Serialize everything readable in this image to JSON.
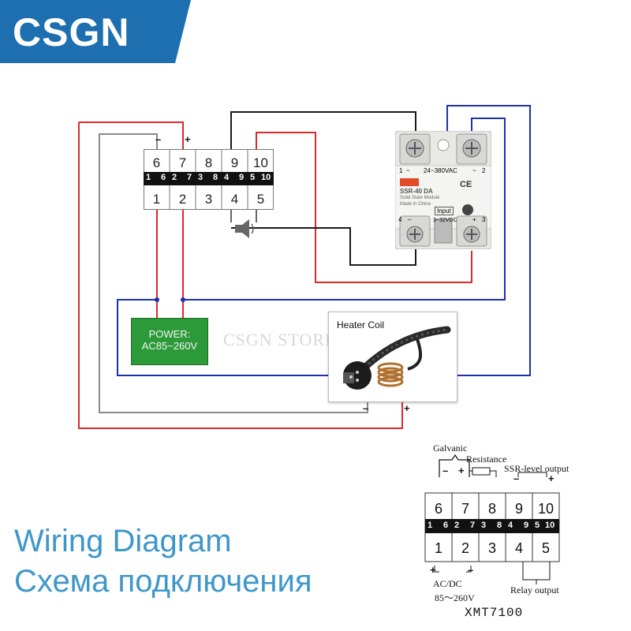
{
  "brand": {
    "name": "CSGN",
    "banner_color": "#1d6fb0"
  },
  "title": {
    "en": "Wiring Diagram",
    "ru": "Схема подключения",
    "color": "#3f97c9"
  },
  "watermark": "CSGN STORE",
  "controller": {
    "top_terminals": [
      "6",
      "7",
      "8",
      "9",
      "10"
    ],
    "bottom_terminals": [
      "1",
      "2",
      "3",
      "4",
      "5"
    ],
    "strip_labels": [
      "1",
      "6",
      "2",
      "7",
      "3",
      "8",
      "4",
      "9",
      "5",
      "10"
    ],
    "minus_label": "–",
    "plus_label": "+"
  },
  "ssr": {
    "voltage": "24~380VAC",
    "model": "SSR-40 DA",
    "subtitle": "Solid State Module",
    "origin": "Made in China",
    "input_label": "Input",
    "input_voltage": "3~32VDC",
    "pin1": "1",
    "pin2": "2",
    "pin3": "3",
    "pin4": "4",
    "mark_minus": "–",
    "mark_plus": "+",
    "mark_tilde": "~",
    "ce": "CE"
  },
  "power": {
    "line1": "POWER:",
    "line2": "AC85~260V"
  },
  "heater": {
    "label": "Heater Coil",
    "minus": "–",
    "plus": "+"
  },
  "legend": {
    "galvanic": "Galvanic",
    "resistance": "Resistance",
    "ssr_output": "SSR-level output",
    "top_terminals": [
      "6",
      "7",
      "8",
      "9",
      "10"
    ],
    "bottom_terminals": [
      "1",
      "2",
      "3",
      "4",
      "5"
    ],
    "strip_labels": [
      "1",
      "6",
      "2",
      "7",
      "3",
      "8",
      "4",
      "9",
      "5",
      "10"
    ],
    "minus": "–",
    "plus": "+",
    "acdc": "AC/DC",
    "acdc_voltage": "85～260V",
    "relay_output": "Relay output",
    "model": "XMT7100"
  },
  "wire_colors": {
    "red": "#e0282a",
    "blue": "#1f2fb0",
    "black": "#1a1a1a",
    "gray": "#8a8a8a"
  }
}
